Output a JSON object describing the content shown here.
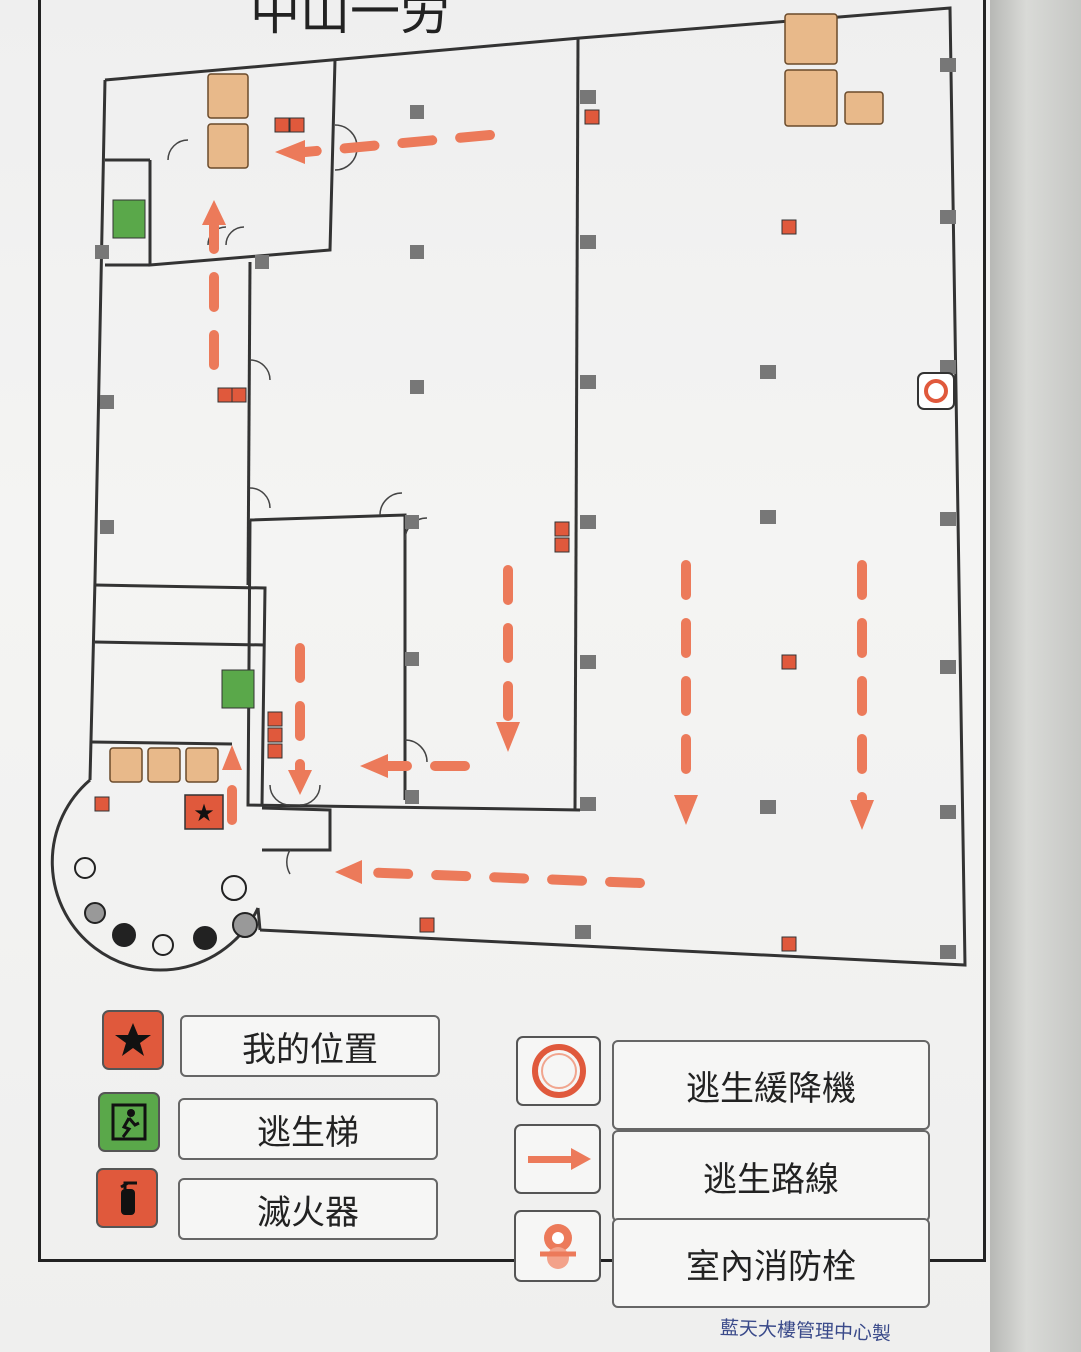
{
  "title_fragment": "中山一労",
  "legend": {
    "my_location": "我的位置",
    "escape_stairs": "逃生梯",
    "fire_extinguisher": "滅火器",
    "descent_device": "逃生緩降機",
    "escape_route": "逃生路線",
    "fire_hydrant": "室內消防栓"
  },
  "credit": "藍天大樓管理中心製",
  "colors": {
    "route_orange": "#ec7a5a",
    "elevator_tan": "#e8b98a",
    "stairs_green": "#5aa84a",
    "location_red": "#e0593c",
    "wall": "#333333"
  }
}
